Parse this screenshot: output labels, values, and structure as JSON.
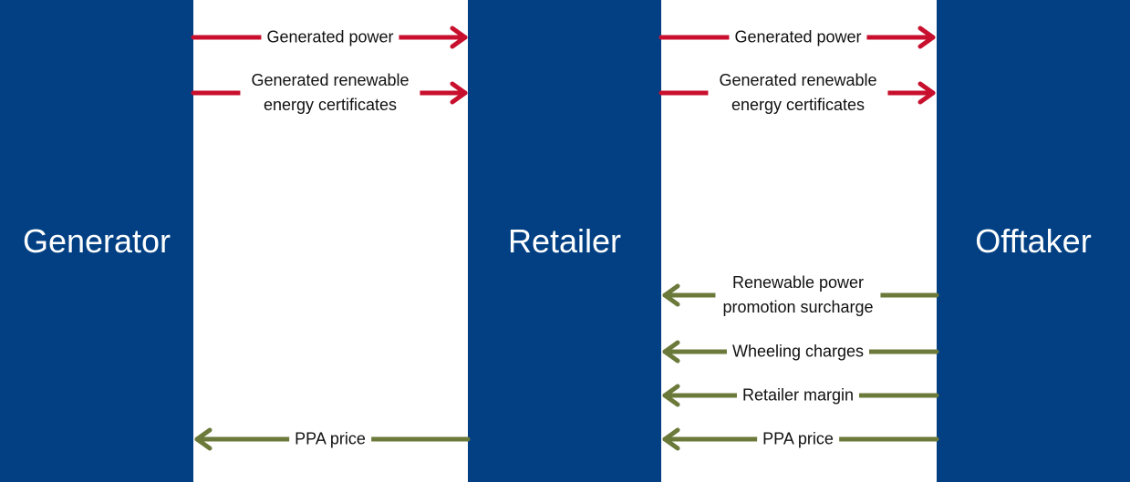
{
  "entities": [
    "Generator",
    "Retailer",
    "Offtaker"
  ],
  "colors": {
    "box": "#024083",
    "flow_forward": "#c8102e",
    "flow_back": "#6b7a3a"
  },
  "flows": [
    {
      "from": "Generator",
      "to": "Retailer",
      "label": "Generated power",
      "direction": "right",
      "color": "red"
    },
    {
      "from": "Generator",
      "to": "Retailer",
      "label": "Generated renewable energy certificates",
      "direction": "right",
      "color": "red"
    },
    {
      "from": "Retailer",
      "to": "Offtaker",
      "label": "Generated power",
      "direction": "right",
      "color": "red"
    },
    {
      "from": "Retailer",
      "to": "Offtaker",
      "label": "Generated renewable energy certificates",
      "direction": "right",
      "color": "red"
    },
    {
      "from": "Offtaker",
      "to": "Retailer",
      "label": "Renewable power promotion surcharge",
      "direction": "left",
      "color": "green"
    },
    {
      "from": "Offtaker",
      "to": "Retailer",
      "label": "Wheeling charges",
      "direction": "left",
      "color": "green"
    },
    {
      "from": "Offtaker",
      "to": "Retailer",
      "label": "Retailer margin",
      "direction": "left",
      "color": "green"
    },
    {
      "from": "Offtaker",
      "to": "Retailer",
      "label": "PPA price",
      "direction": "left",
      "color": "green"
    },
    {
      "from": "Retailer",
      "to": "Generator",
      "label": "PPA price",
      "direction": "left",
      "color": "green"
    }
  ],
  "labels": {
    "l1a": "Generated power",
    "l1b1": "Generated renewable",
    "l1b2": "energy certificates",
    "l2a": "Generated power",
    "l2b1": "Generated renewable",
    "l2b2": "energy certificates",
    "r1a": "Renewable power",
    "r1b": "promotion surcharge",
    "r2": "Wheeling charges",
    "r3": "Retailer margin",
    "r4": "PPA price",
    "g4": "PPA price"
  }
}
